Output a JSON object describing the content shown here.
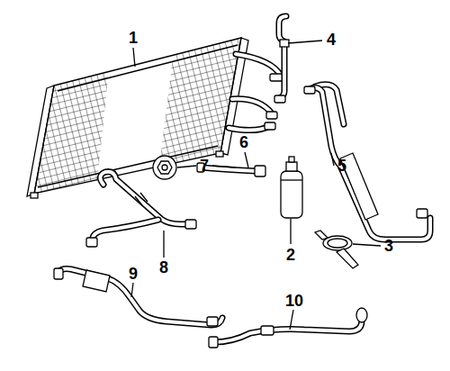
{
  "diagram": {
    "labels": [
      "1",
      "4",
      "6",
      "7",
      "5",
      "2",
      "3",
      "8",
      "9",
      "10"
    ]
  }
}
